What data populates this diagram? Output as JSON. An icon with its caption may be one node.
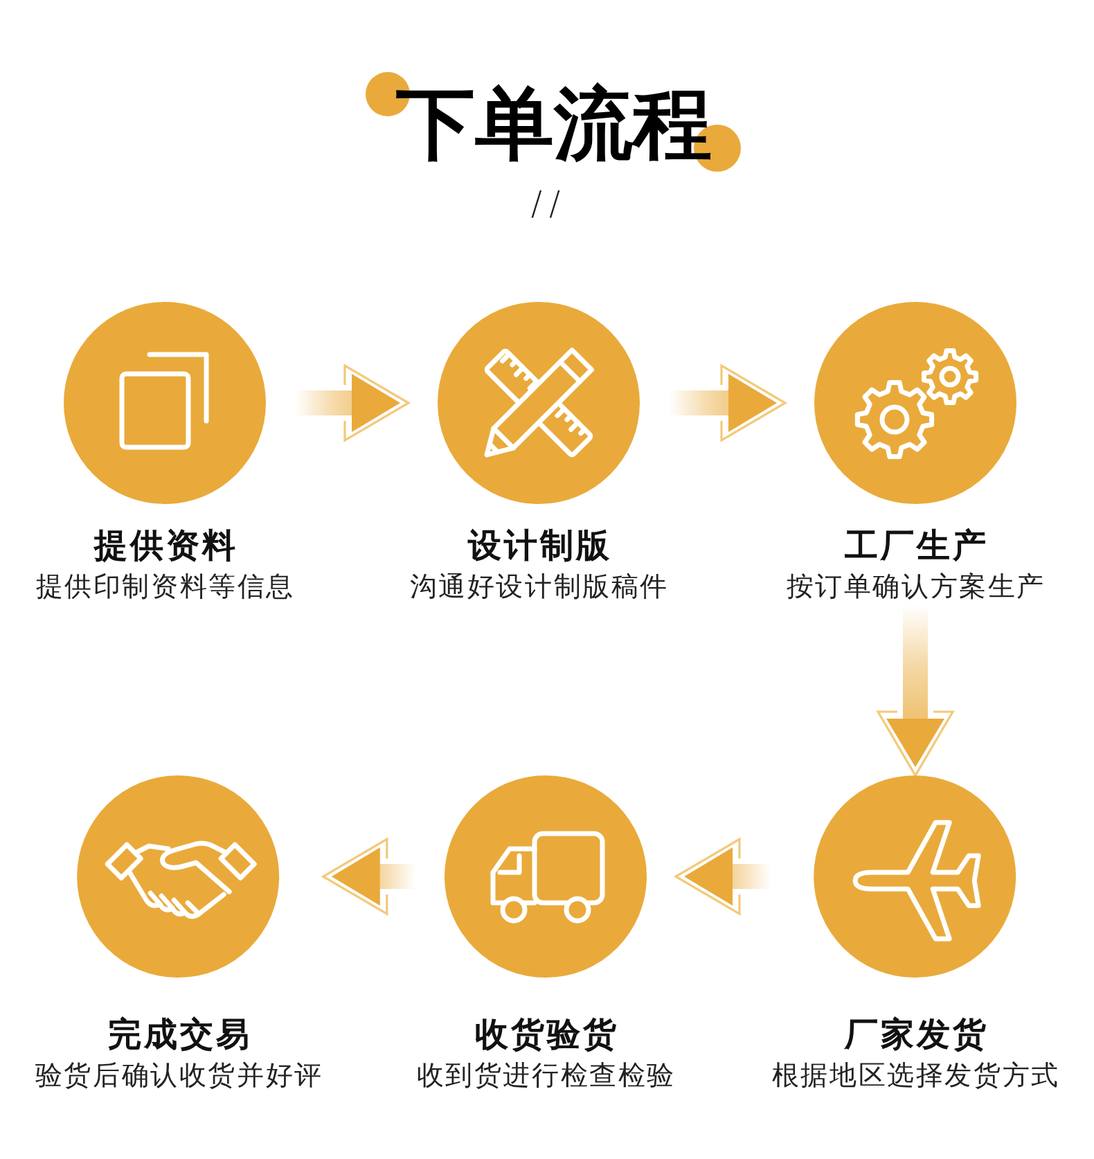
{
  "diagram": {
    "title": "下单流程",
    "nodes": [
      {
        "text": [
          "提供资料",
          "提供印制资料等信息"
        ]
      },
      {
        "text": [
          "设计制版",
          "沟通好设计制版稿件"
        ]
      },
      {
        "text": [
          "工厂生产",
          "按订单确认方案生产"
        ]
      },
      {
        "text": [
          "完成交易",
          "验货后确认收货并好评"
        ]
      },
      {
        "text": [
          "收货验货",
          "收到货进行检查检验"
        ]
      },
      {
        "text": [
          "厂家发货",
          "根据地区选择发货方式"
        ]
      }
    ],
    "edges": [
      {
        "from": 0,
        "to": 1,
        "arrow": "to"
      },
      {
        "from": 1,
        "to": 2,
        "arrow": "to"
      },
      {
        "from": 2,
        "to": 5,
        "arrow": "to"
      },
      {
        "from": 5,
        "to": 4,
        "arrow": "to"
      },
      {
        "from": 4,
        "to": 3,
        "arrow": "to"
      }
    ],
    "labels": [
      "//"
    ]
  }
}
